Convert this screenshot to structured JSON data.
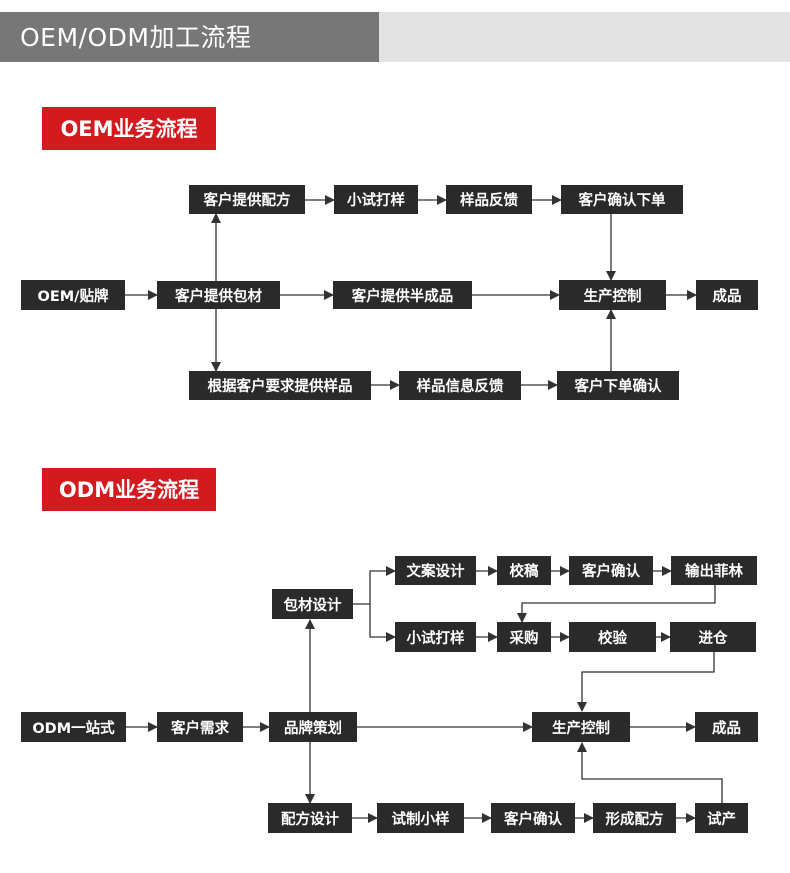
{
  "header": {
    "title": "OEM/ODM加工流程"
  },
  "oem": {
    "title": "OEM业务流程",
    "nodes": {
      "start": "OEM/贴牌",
      "client_formula": "客户提供配方",
      "small_trial": "小试打样",
      "sample_feedback": "样品反馈",
      "client_confirm_order": "客户确认下单",
      "client_packaging": "客户提供包材",
      "client_semi": "客户提供半成品",
      "production_control": "生产控制",
      "finished": "成品",
      "samples_by_req": "根据客户要求提供样品",
      "sample_info_feedback": "样品信息反馈",
      "client_order_confirm": "客户下单确认"
    }
  },
  "odm": {
    "title": "ODM业务流程",
    "nodes": {
      "start": "ODM一站式",
      "client_demand": "客户需求",
      "brand_planning": "品牌策划",
      "production_control": "生产控制",
      "finished": "成品",
      "packaging_design": "包材设计",
      "copy_design": "文案设计",
      "proofread": "校稿",
      "client_confirm_1": "客户确认",
      "output_film": "输出菲林",
      "small_trial": "小试打样",
      "purchase": "采购",
      "inspection": "校验",
      "warehousing": "进仓",
      "formula_design": "配方设计",
      "trial_sample": "试制小样",
      "client_confirm_2": "客户确认",
      "form_formula": "形成配方",
      "trial_production": "试产"
    }
  },
  "colors": {
    "node": "#2a2a2a",
    "accent": "#d21a1f",
    "header_dark": "#777777",
    "header_light": "#e3e3e3"
  }
}
